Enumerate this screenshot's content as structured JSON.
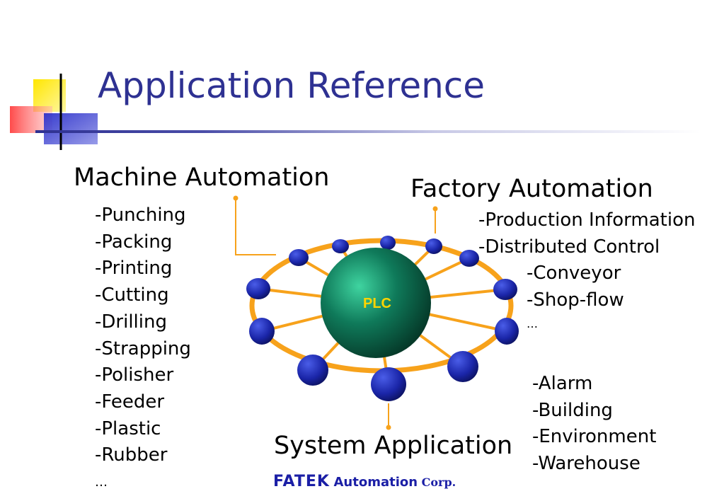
{
  "slide": {
    "title": "Application Reference"
  },
  "machine_automation": {
    "heading": "Machine Automation",
    "items": [
      "-Punching",
      "-Packing",
      "-Printing",
      "-Cutting",
      "-Drilling",
      "-Strapping",
      "-Polisher",
      "-Feeder",
      "-Plastic",
      "-Rubber",
      "…"
    ]
  },
  "factory_automation": {
    "heading": "Factory Automation",
    "items": [
      "-Production Information",
      "-Distributed Control"
    ],
    "subitems": [
      "-Conveyor",
      "-Shop-flow",
      "…"
    ]
  },
  "system_application": {
    "heading": "System Application",
    "items": [
      "-Alarm",
      "-Building",
      "-Environment",
      "-Warehouse"
    ]
  },
  "diagram": {
    "center_label": "PLC"
  },
  "footer": {
    "brand": "FATEK",
    "brand_sub": "Automation",
    "brand_corp": "Corp."
  },
  "colors": {
    "title": "#2e3192",
    "accent_orange": "#f7a21b",
    "center_green": "#0f7a5a",
    "node_blue": "#1a25a8",
    "brand_blue": "#1b1fa6"
  }
}
